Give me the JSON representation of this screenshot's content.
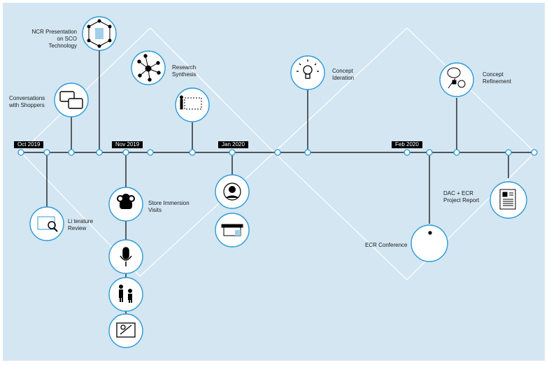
{
  "colors": {
    "panel": "#d4e6f2",
    "accent": "#2a9ad6",
    "line": "#000000",
    "diamond": "#ffffff"
  },
  "dates": [
    "Oct 2019",
    "Nov 2019",
    "Jan 2020",
    "Feb 2020"
  ],
  "labels": {
    "ncr": [
      "NCR Presentation",
      "on SCO Technology"
    ],
    "conversations": [
      "Conversations",
      "with Shoppers"
    ],
    "research": [
      "Research",
      "Synthesis"
    ],
    "concept_ideation": [
      "Concept",
      "Ideration"
    ],
    "concept_refinement": [
      "Concept",
      "Refinement"
    ],
    "literature": [
      "Li terature",
      "Review"
    ],
    "store": [
      "Store Immersion",
      "Visits"
    ],
    "dac": [
      "DAC + ECR",
      "Project  Report"
    ],
    "ecr": [
      "ECR Conference"
    ]
  },
  "icons": [
    "people-icon",
    "chat-bubbles-icon",
    "network-icon",
    "presentation-icon",
    "lightbulb-icon",
    "brain-gear-icon",
    "magnifier-document-icon",
    "binoculars-icon",
    "microphone-icon",
    "two-people-icon",
    "sketch-icon",
    "person-avatar-icon",
    "store-icon",
    "report-icon",
    "dot-icon"
  ]
}
